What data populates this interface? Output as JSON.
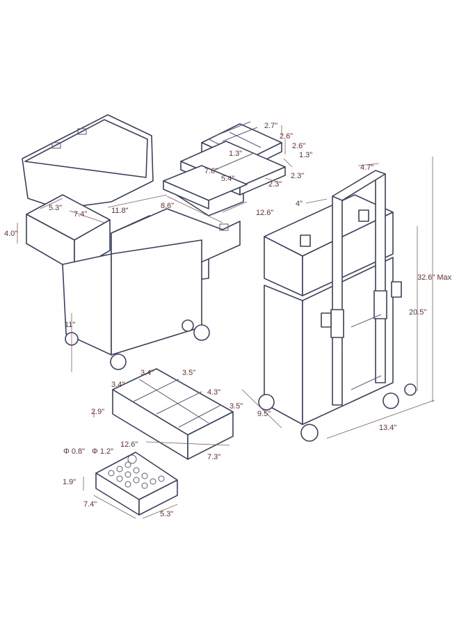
{
  "dimensions": {
    "top_tray_width": "2.7\"",
    "top_tray_width2": "2.6\"",
    "top_tray_depth": "2.6\"",
    "top_tray_height": "1.3\"",
    "top_tray_inner": "1.3\"",
    "mid_tray_width": "7.6\"",
    "mid_tray_inner": "5.4\"",
    "mid_tray_depth": "2.3\"",
    "mid_tray_depth2": "2.3\"",
    "lid_box_height": "4.0\"",
    "lid_box_width": "5.3\"",
    "lid_box_depth": "7.4\"",
    "case_width": "11.8\"",
    "case_depth": "8.6\"",
    "case_length": "12.6\"",
    "lower_height": "11\"",
    "handle_width": "4.7\"",
    "handle_offset": "4\"",
    "total_height": "32.6\" Max",
    "body_height": "20.5\"",
    "base_depth": "9.5\"",
    "base_width": "13.4\"",
    "insert_a": "3.4\"",
    "insert_b": "3.4\"",
    "insert_c": "3.5\"",
    "insert_d": "4.3\"",
    "insert_e": "3.5\"",
    "insert_height": "2.9\"",
    "insert_length": "12.6\"",
    "insert_width": "7.3\"",
    "hole_small": "Φ 0.8\"",
    "hole_large": "Φ 1.2\"",
    "block_height": "1.9\"",
    "block_depth": "7.4\"",
    "block_width": "5.3\""
  },
  "colors": {
    "line": "#3a4060",
    "dimension_text": "#6b2e2e"
  }
}
